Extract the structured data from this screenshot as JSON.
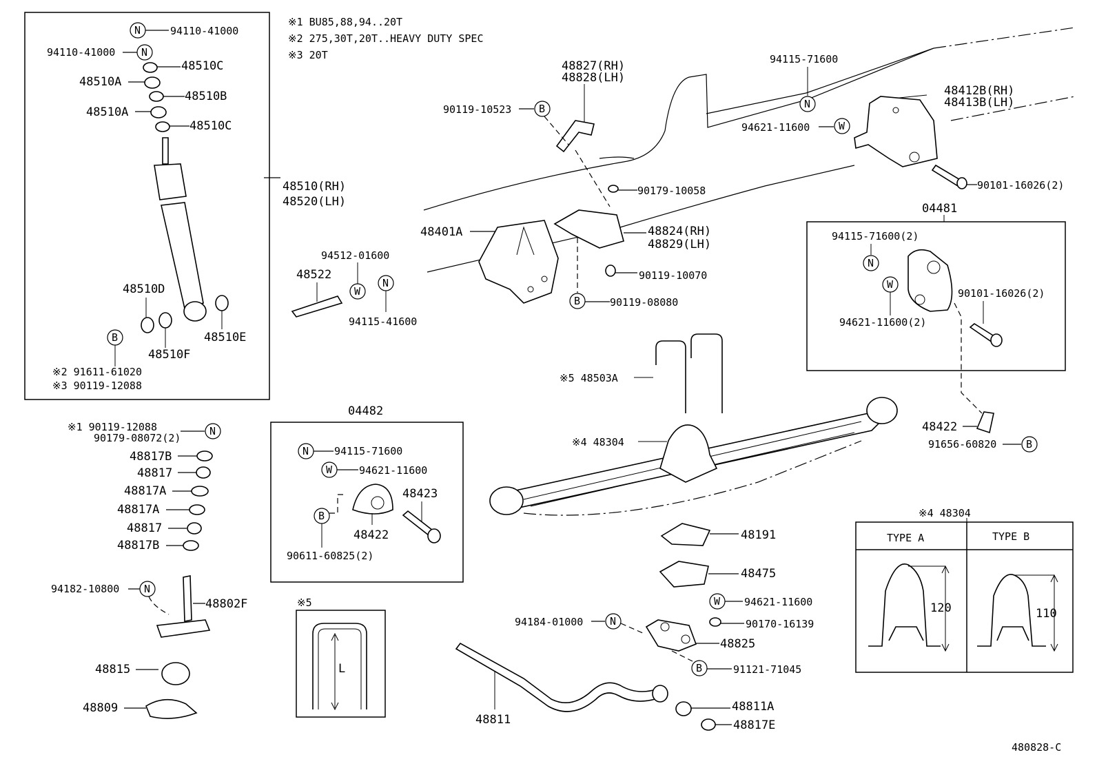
{
  "notes": [
    "※1  BU85,88,94..20T",
    "※2  275,30T,20T..HEAVY DUTY SPEC",
    "※3  20T"
  ],
  "symbols": {
    "n": "N",
    "w": "W",
    "b": "B"
  },
  "ref": "480828-C",
  "labels": {
    "p94110_41000_a": "94110-41000",
    "p94110_41000_b": "94110-41000",
    "p48510c_a": "48510C",
    "p48510a_a": "48510A",
    "p48510b": "48510B",
    "p48510a_b": "48510A",
    "p48510c_b": "48510C",
    "p48510rh": "48510(RH)",
    "p48520lh": "48520(LH)",
    "p48510d": "48510D",
    "p48510e": "48510E",
    "p48510f": "48510F",
    "p91611": "※2 91611-61020",
    "p90119_12088": "※3 90119-12088",
    "p48827rh": "48827(RH)",
    "p48828lh": "48828(LH)",
    "p90119_10523": "90119-10523",
    "p94115_71600": "94115-71600",
    "p48412b": "48412B(RH)",
    "p48413b": "48413B(LH)",
    "p94621_11600": "94621-11600",
    "p90101_16026": "90101-16026(2)",
    "p90179_10058": "90179-10058",
    "p48401a": "48401A",
    "p48824rh": "48824(RH)",
    "p48829lh": "48829(LH)",
    "p94512": "94512-01600",
    "p48522": "48522",
    "p90119_10070": "90119-10070",
    "p90119_08080": "90119-08080",
    "p94115_41600": "94115-41600",
    "p04481": "04481",
    "p04481_94115": "94115-71600(2)",
    "p04481_90101": "90101-16026(2)",
    "p04481_94621": "94621-11600(2)",
    "p48503a": "※5 48503A",
    "p48304": "※4 48304",
    "p48422_r": "48422",
    "p91656": "91656-60820",
    "p1_90119": "※1 90119-12088",
    "p90179_08072": "90179-08072(2)",
    "p48817b_a": "48817B",
    "p48817_a": "48817",
    "p48817a_a": "48817A",
    "p48817a_b": "48817A",
    "p48817_b": "48817",
    "p48817b_b": "48817B",
    "p04482": "04482",
    "p04482_94115": "94115-71600",
    "p04482_94621": "94621-11600",
    "p48423": "48423",
    "p48422_b": "48422",
    "p90611": "90611-60825(2)",
    "p94182": "94182-10800",
    "p48802f": "48802F",
    "p48815": "48815",
    "p48809": "48809",
    "p5": "※5",
    "pL": "L",
    "p48191": "48191",
    "p48475": "48475",
    "p94621_b": "94621-11600",
    "p90170": "90170-16139",
    "p94184": "94184-01000",
    "p48825": "48825",
    "p91121": "91121-71045",
    "p48811": "48811",
    "p48811a": "48811A",
    "p48817e": "48817E",
    "p4_48304": "※4 48304",
    "typeA": "TYPE A",
    "typeB": "TYPE B",
    "dim120": "120",
    "dim110": "110"
  }
}
